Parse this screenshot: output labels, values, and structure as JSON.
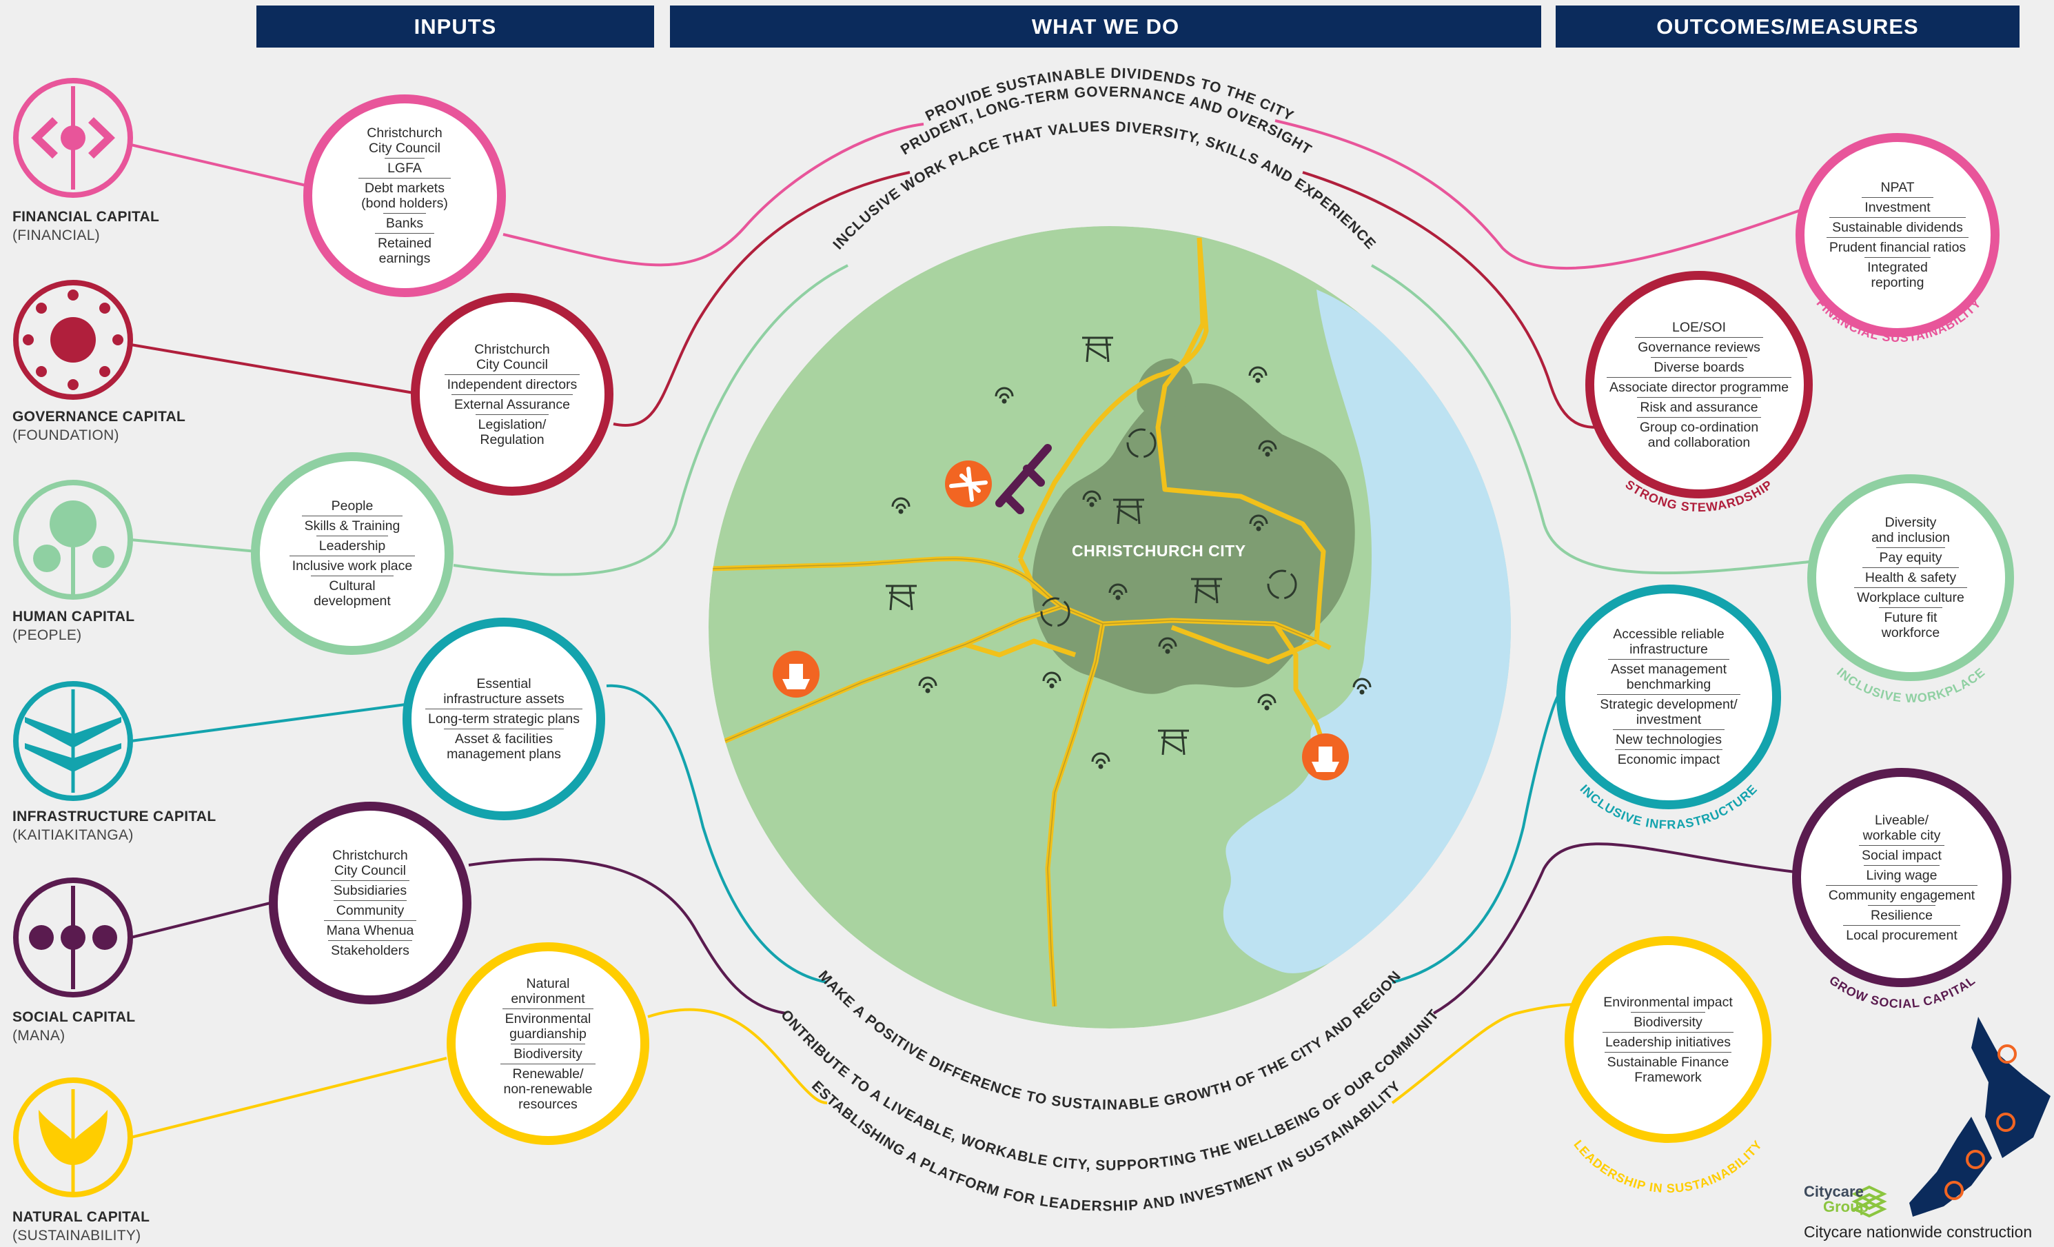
{
  "headers": {
    "inputs": "INPUTS",
    "what_we_do": "WHAT WE DO",
    "outcomes": "OUTCOMES/MEASURES"
  },
  "capitals": [
    {
      "name": "FINANCIAL CAPITAL",
      "sub": "(FINANCIAL)",
      "color": "#e8559a",
      "icon": "financial-capital-icon",
      "inputs": [
        "Christchurch\nCity Council",
        "LGFA",
        "Debt markets\n(bond holders)",
        "Banks",
        "Retained\nearnings"
      ]
    },
    {
      "name": "GOVERNANCE CAPITAL",
      "sub": "(FOUNDATION)",
      "color": "#b01f3c",
      "icon": "governance-capital-icon",
      "inputs": [
        "Christchurch\nCity Council",
        "Independent directors",
        "External Assurance",
        "Legislation/\nRegulation"
      ]
    },
    {
      "name": "HUMAN CAPITAL",
      "sub": "(PEOPLE)",
      "color": "#8fd0a2",
      "icon": "human-capital-icon",
      "inputs": [
        "People",
        "Skills & Training",
        "Leadership",
        "Inclusive work place",
        "Cultural\ndevelopment"
      ]
    },
    {
      "name": "INFRASTRUCTURE CAPITAL",
      "sub": "(KAITIAKITANGA)",
      "color": "#13a3ad",
      "icon": "infrastructure-capital-icon",
      "inputs": [
        "Essential\ninfrastructure assets",
        "Long-term strategic plans",
        "Asset & facilities\nmanagement plans"
      ]
    },
    {
      "name": "SOCIAL CAPITAL",
      "sub": "(MANA)",
      "color": "#5a1b4f",
      "icon": "social-capital-icon",
      "inputs": [
        "Christchurch\nCity Council",
        "Subsidiaries",
        "Community",
        "Mana Whenua",
        "Stakeholders"
      ]
    },
    {
      "name": "NATURAL CAPITAL",
      "sub": "(SUSTAINABILITY)",
      "color": "#ffcd00",
      "icon": "natural-capital-icon",
      "inputs": [
        "Natural\nenvironment",
        "Environmental\nguardianship",
        "Biodiversity",
        "Renewable/\nnon-renewable\nresources"
      ]
    }
  ],
  "outcomes": [
    {
      "label": "FINANCIAL SUSTAINABILITY",
      "color": "#e8559a",
      "items": [
        "NPAT",
        "Investment",
        "Sustainable dividends",
        "Prudent financial ratios",
        "Integrated\nreporting"
      ]
    },
    {
      "label": "STRONG STEWARDSHIP",
      "color": "#b01f3c",
      "items": [
        "LOE/SOI",
        "Governance reviews",
        "Diverse boards",
        "Associate director programme",
        "Risk and assurance",
        "Group co-ordination\nand collaboration"
      ]
    },
    {
      "label": "INCLUSIVE WORKPLACE",
      "color": "#8fd0a2",
      "items": [
        "Diversity\nand inclusion",
        "Pay equity",
        "Health & safety",
        "Workplace culture",
        "Future fit\nworkforce"
      ]
    },
    {
      "label": "INCLUSIVE INFRASTRUCTURE",
      "color": "#13a3ad",
      "items": [
        "Accessible reliable\ninfrastructure",
        "Asset management\nbenchmarking",
        "Strategic development/\ninvestment",
        "New technologies",
        "Economic impact"
      ]
    },
    {
      "label": "GROW SOCIAL CAPITAL",
      "color": "#5a1b4f",
      "items": [
        "Liveable/\nworkable city",
        "Social impact",
        "Living wage",
        "Community engagement",
        "Resilience",
        "Local procurement"
      ]
    },
    {
      "label": "LEADERSHIP IN SUSTAINABILITY",
      "color": "#ffcd00",
      "items": [
        "Environmental impact",
        "Biodiversity",
        "Leadership initiatives",
        "Sustainable Finance\nFramework"
      ]
    }
  ],
  "arc_texts": {
    "top1": "PROVIDE SUSTAINABLE DIVIDENDS TO THE CITY",
    "top2": "PRUDENT, LONG-TERM GOVERNANCE AND OVERSIGHT",
    "top3": "INCLUSIVE WORK PLACE THAT VALUES DIVERSITY, SKILLS AND EXPERIENCE",
    "bottom1": "MAKE A POSITIVE DIFFERENCE TO SUSTAINABLE GROWTH OF THE CITY AND REGION",
    "bottom2": "CONTRIBUTE TO A LIVEABLE, WORKABLE CITY, SUPPORTING THE WELLBEING OF OUR COMMUNITY",
    "bottom3": "ESTABLISHING A PLATFORM FOR LEADERSHIP AND INVESTMENT IN SUSTAINABILITY"
  },
  "map": {
    "city_label": "CHRISTCHURCH CITY",
    "land": "#a9d3a0",
    "urban": "#7e9d72",
    "sea": "#bde2f2",
    "road": "#f2c11a",
    "marker": "#f26522"
  },
  "brand": {
    "name_line1": "Citycare",
    "name_line2": "Group",
    "footer": "Citycare nationwide construction"
  }
}
